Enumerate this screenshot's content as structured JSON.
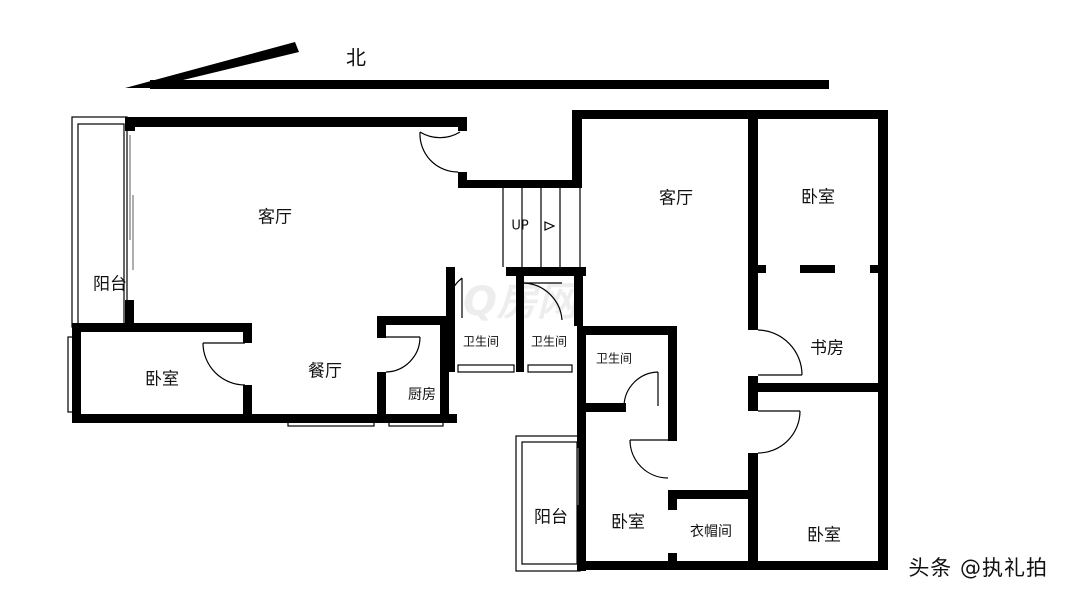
{
  "compass": {
    "label": "北",
    "meaning": "north-indicator"
  },
  "stair": {
    "label": "UP"
  },
  "watermark": {
    "text": "Q房网"
  },
  "credit": {
    "text": "头条 @执礼拍"
  },
  "rooms": {
    "left_living": {
      "label": "客厅"
    },
    "left_balcony": {
      "label": "阳台"
    },
    "left_bedroom": {
      "label": "卧室"
    },
    "dining": {
      "label": "餐厅"
    },
    "kitchen": {
      "label": "厨房"
    },
    "bath_1": {
      "label": "卫生间"
    },
    "bath_2": {
      "label": "卫生间"
    },
    "bath_3": {
      "label": "卫生间"
    },
    "right_living": {
      "label": "客厅"
    },
    "ne_bedroom": {
      "label": "卧室"
    },
    "study": {
      "label": "书房"
    },
    "s_balcony": {
      "label": "阳台"
    },
    "s_bedroom": {
      "label": "卧室"
    },
    "closet": {
      "label": "衣帽间"
    },
    "se_bedroom": {
      "label": "卧室"
    }
  },
  "colors": {
    "wall": "#000000",
    "background": "#ffffff",
    "window": "#666666"
  }
}
